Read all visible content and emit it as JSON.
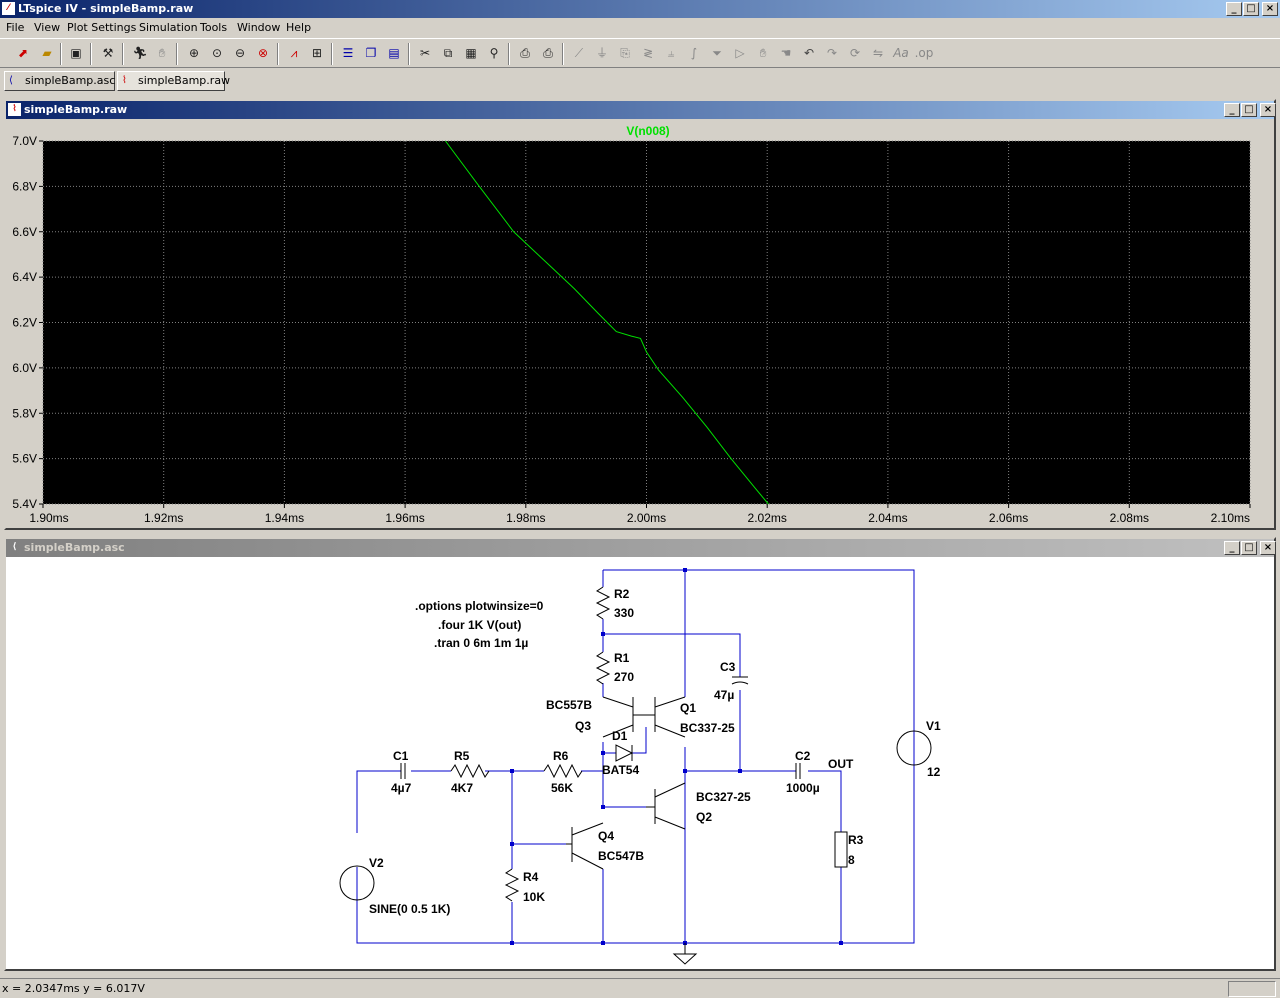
{
  "app": {
    "title": "LTspice IV - simpleBamp.raw"
  },
  "window_buttons": {
    "minimize": "_",
    "maximize": "□",
    "close": "×"
  },
  "menu": [
    "File",
    "View",
    "Plot Settings",
    "Simulation",
    "Tools",
    "Window",
    "Help"
  ],
  "toolbar_icons": [
    "new-schematic-icon",
    "open-icon",
    "save-icon",
    "control-panel-icon",
    "run-icon",
    "halt-icon",
    "zoom-in-icon",
    "zoom-out-icon",
    "zoom-full-icon",
    "zoom-cancel-icon",
    "autorange-icon",
    "grid-icon",
    "tile-icon",
    "cascade-icon",
    "tile-vertical-icon",
    "cut-icon",
    "copy-icon",
    "paste-icon",
    "find-icon",
    "print-preview-icon",
    "print-icon",
    "wire-icon",
    "ground-icon",
    "label-icon",
    "resistor-icon",
    "capacitor-icon",
    "inductor-icon",
    "diode-icon",
    "component-icon",
    "move-icon",
    "drag-icon",
    "undo-icon",
    "redo-icon",
    "rotate-icon",
    "mirror-icon",
    "text-icon",
    "spice-directive-icon"
  ],
  "tabs": [
    {
      "label": "simpleBamp.asc",
      "icon": "schematic-icon"
    },
    {
      "label": "simpleBamp.raw",
      "icon": "waveform-icon"
    }
  ],
  "plot_window": {
    "title": "simpleBamp.raw"
  },
  "schematic_window": {
    "title": "simpleBamp.asc"
  },
  "chart_data": {
    "type": "line",
    "title": "",
    "series": [
      {
        "name": "V(n008)",
        "color": "#00e000",
        "x": [
          1.9667,
          1.972,
          1.978,
          1.984,
          1.988,
          1.992,
          1.995,
          1.9975,
          1.999,
          2.0,
          2.002,
          2.006,
          2.01,
          2.014,
          2.018,
          2.0202
        ],
        "y": [
          7.0,
          6.81,
          6.6,
          6.45,
          6.35,
          6.24,
          6.16,
          6.14,
          6.13,
          6.07,
          5.99,
          5.87,
          5.74,
          5.6,
          5.47,
          5.4
        ]
      }
    ],
    "xlim": [
      1.9,
      2.1
    ],
    "ylim": [
      5.4,
      7.0
    ],
    "x_ticks": [
      "1.90ms",
      "1.92ms",
      "1.94ms",
      "1.96ms",
      "1.98ms",
      "2.00ms",
      "2.02ms",
      "2.04ms",
      "2.06ms",
      "2.08ms",
      "2.10ms"
    ],
    "y_ticks": [
      "7.0V",
      "6.8V",
      "6.6V",
      "6.4V",
      "6.2V",
      "6.0V",
      "5.8V",
      "5.6V",
      "5.4V"
    ],
    "grid": true,
    "background": "#000000"
  },
  "schematic": {
    "directives": [
      ".options plotwinsize=0",
      ".four 1K V(out)",
      ".tran 0 6m 1m 1µ"
    ],
    "components": [
      {
        "ref": "R2",
        "value": "330"
      },
      {
        "ref": "R1",
        "value": "270"
      },
      {
        "ref": "C3",
        "value": "47µ"
      },
      {
        "ref": "Q1",
        "value": "BC337-25"
      },
      {
        "ref": "Q3",
        "value": "BC557B"
      },
      {
        "ref": "D1",
        "value": "BAT54"
      },
      {
        "ref": "C1",
        "value": "4µ7"
      },
      {
        "ref": "R5",
        "value": "4K7"
      },
      {
        "ref": "R6",
        "value": "56K"
      },
      {
        "ref": "C2",
        "value": "1000µ"
      },
      {
        "ref": "Q2",
        "value": "BC327-25"
      },
      {
        "ref": "Q4",
        "value": "BC547B"
      },
      {
        "ref": "R4",
        "value": "10K"
      },
      {
        "ref": "R3",
        "value": "8"
      },
      {
        "ref": "V1",
        "value": "12"
      },
      {
        "ref": "V2",
        "value": "SINE(0 0.5 1K)"
      }
    ],
    "net_labels": [
      "OUT"
    ],
    "wire_color": "#0000cc"
  },
  "status": {
    "text": "x = 2.0347ms    y = 6.017V"
  }
}
